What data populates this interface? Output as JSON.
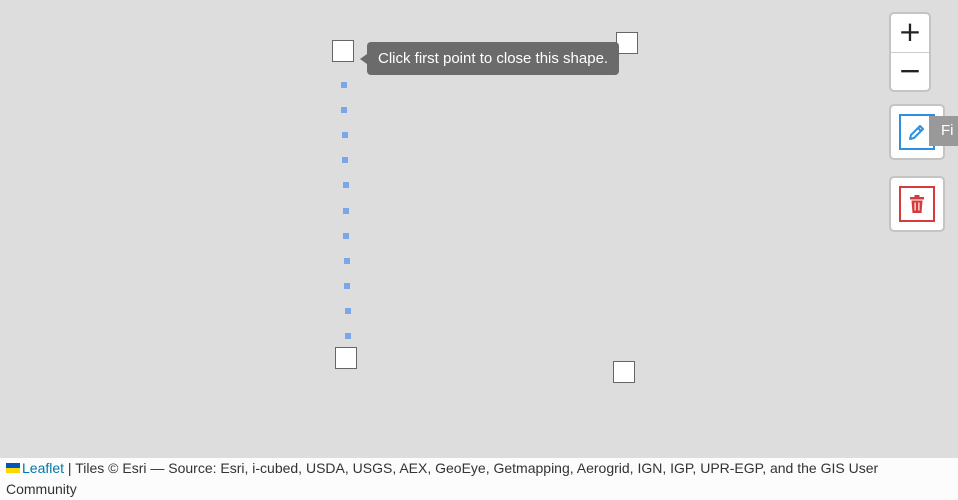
{
  "map": {
    "tooltip_text": "Click first point to close this shape."
  },
  "zoom": {
    "in_label": "+",
    "out_label": "−"
  },
  "draw_toolbar": {
    "edit_icon": "pencil-edit-icon",
    "delete_icon": "trash-icon",
    "finish_tooltip": "Fi",
    "edit_color": "#2f8fdf",
    "delete_color": "#d63b3b"
  },
  "drawing": {
    "line_color": "#7aa7ea"
  },
  "attribution": {
    "flag_icon": "ukraine-flag-icon",
    "leaflet_link": "Leaflet",
    "separator": " | ",
    "tiles_text": "Tiles © Esri — Source: Esri, i-cubed, USDA, USGS, AEX, GeoEye, Getmapping, Aerogrid, IGN, IGP, UPR-EGP, and the GIS User Community"
  }
}
